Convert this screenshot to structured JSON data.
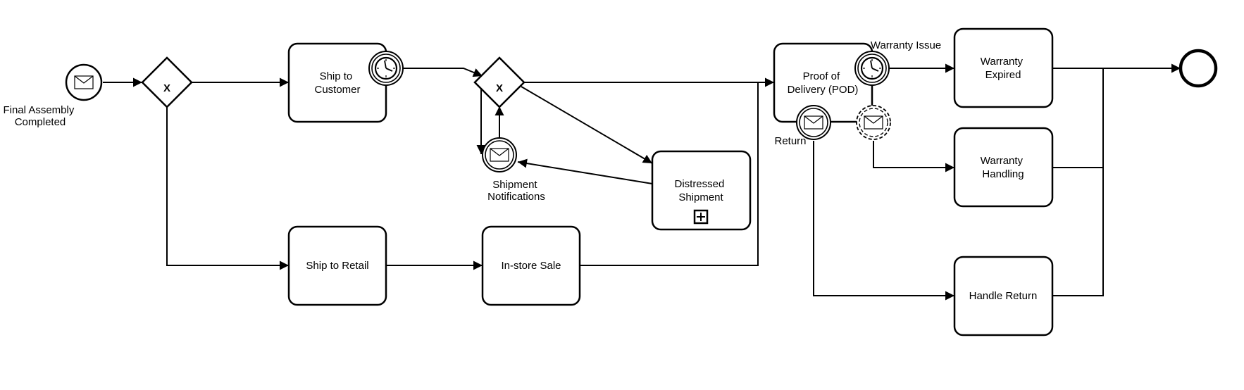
{
  "diagram": {
    "tasks": {
      "ship_to_customer": [
        "Ship to",
        "Customer"
      ],
      "ship_to_retail": [
        "Ship to Retail"
      ],
      "instore_sale": [
        "In-store Sale"
      ],
      "distressed_shipment": [
        "Distressed",
        "Shipment"
      ],
      "proof_of_delivery": [
        "Proof of",
        "Delivery (POD)"
      ],
      "warranty_expired": [
        "Warranty",
        "Expired"
      ],
      "warranty_handling": [
        "Warranty",
        "Handling"
      ],
      "handle_return": [
        "Handle Return"
      ]
    },
    "events": {
      "final_assembly": [
        "Final Assembly",
        "Completed"
      ],
      "shipment_notifications": [
        "Shipment",
        "Notifications"
      ],
      "warranty_issue": "Warranty Issue",
      "return": "Return"
    },
    "gateways": {
      "split_marker": "X",
      "merge_marker": "X"
    }
  }
}
